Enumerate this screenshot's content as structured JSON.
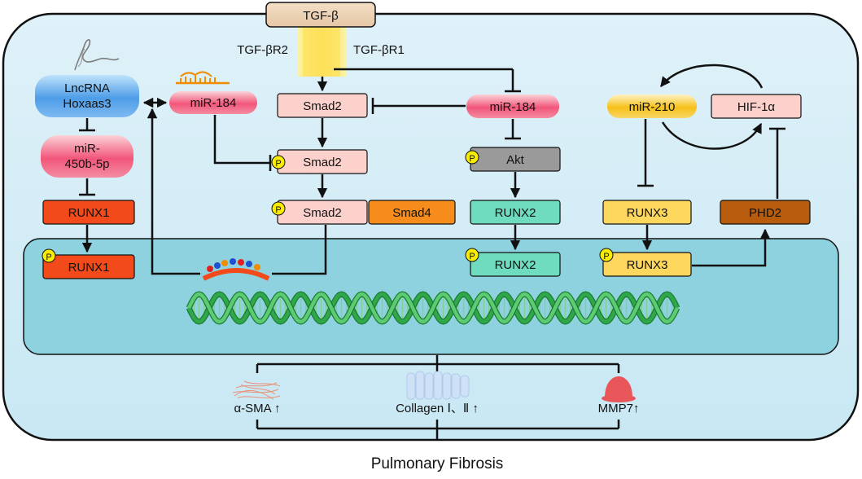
{
  "title": "Pulmonary Fibrosis",
  "receptor": {
    "ligand": "TGF-β",
    "r2": "TGF-βR2",
    "r1": "TGF-βR1"
  },
  "nodes": {
    "lncrna_line1": "LncRNA",
    "lncrna_line2": "Hoxaas3",
    "mir450_line1": "miR-",
    "mir450_line2": "450b-5p",
    "runx1_a": "RUNX1",
    "runx1_b": "RUNX1",
    "mir184_left": "miR-184",
    "smad2_a": "Smad2",
    "smad2_b": "Smad2",
    "smad2_c": "Smad2",
    "smad4": "Smad4",
    "mir184_right": "miR-184",
    "akt": "Akt",
    "runx2_a": "RUNX2",
    "runx2_b": "RUNX2",
    "mir210": "miR-210",
    "hif1a": "HIF-1α",
    "runx3_a": "RUNX3",
    "runx3_b": "RUNX3",
    "phd2": "PHD2"
  },
  "phospho_label": "P",
  "outcomes": {
    "asma": "α-SMA  ↑",
    "collagen": "Collagen Ⅰ、Ⅱ ↑",
    "mmp7": "MMP7↑"
  },
  "colors": {
    "cell_bg": "#d3ecf5",
    "nucleus_bg": "#8fd2df",
    "pink_box": "#fcd1cb",
    "red_box": "#f24a1a",
    "orange_box": "#f58c1c",
    "gray_box": "#9a9a9a",
    "teal_box": "#6fdcc0",
    "yellow_box": "#fed75e",
    "brown_box": "#b65c0c",
    "phospho": "#f8ec00",
    "dna": "#2fa84a"
  }
}
